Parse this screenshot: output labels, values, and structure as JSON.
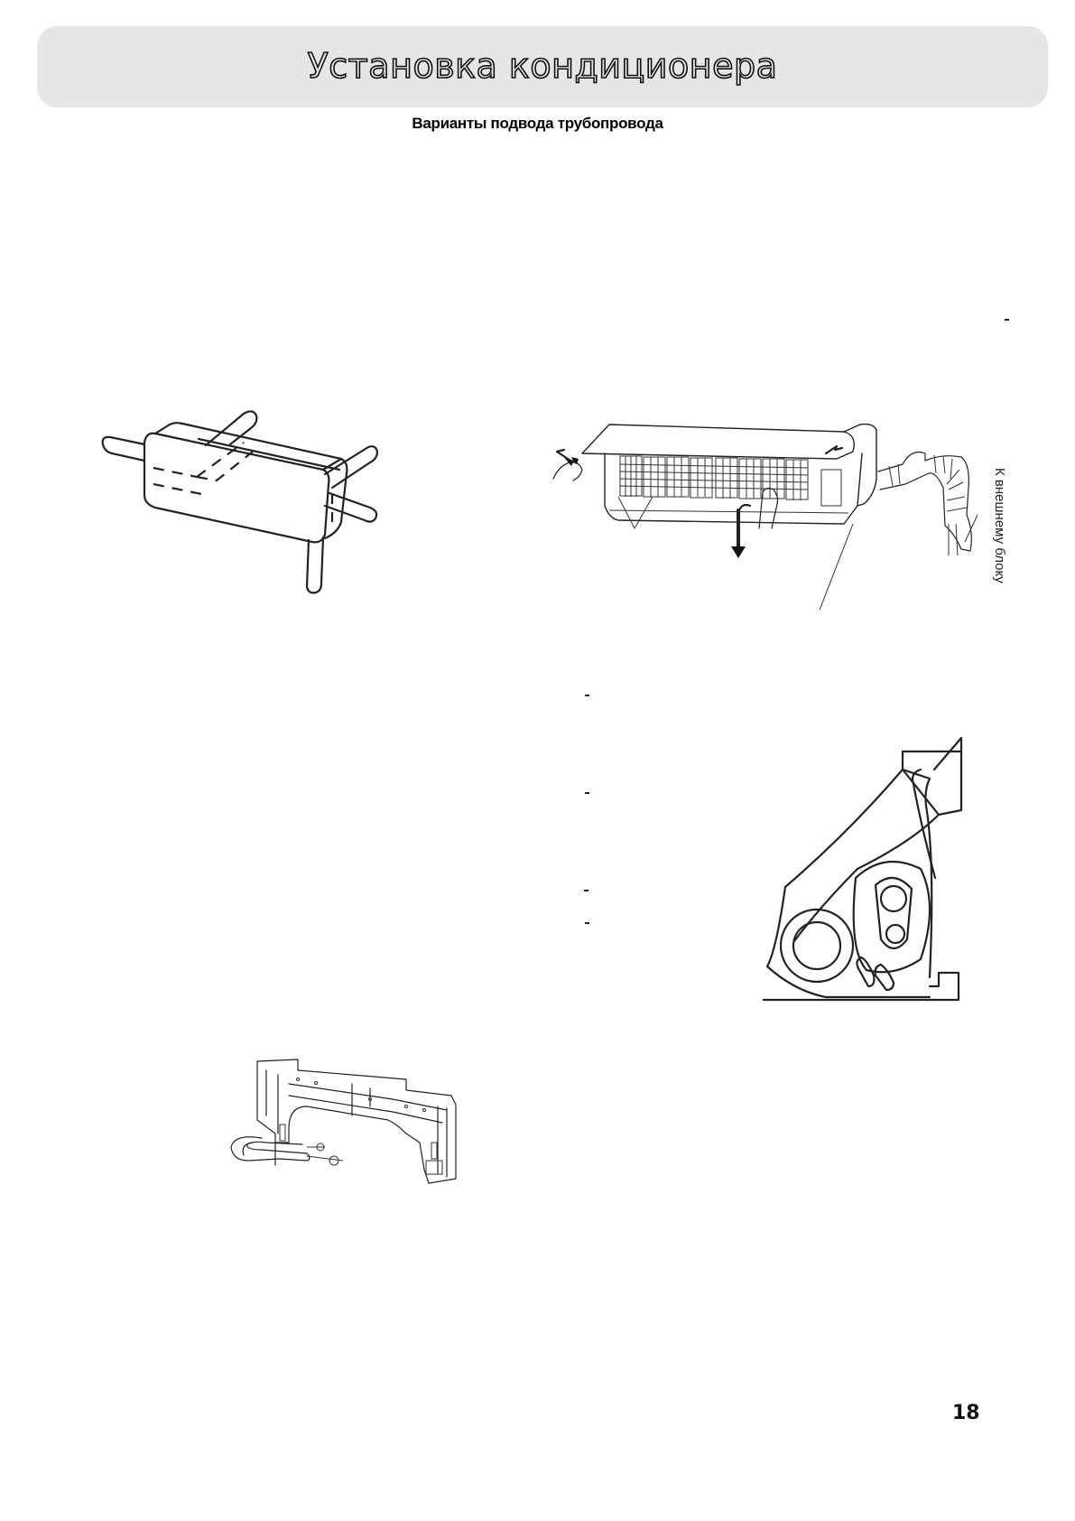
{
  "header": {
    "title": "Установка кондиционера",
    "subtitle": "Варианты подвода трубопровода",
    "background_color": "#e6e6e6"
  },
  "figures": {
    "pipe_directions": {
      "icon": "indoor-unit-pipe-directions-diagram"
    },
    "indoor_unit": {
      "icon": "indoor-unit-open-panel-illustration",
      "label": "К внешнему блоку"
    },
    "cross_section": {
      "icon": "pipe-bundle-cross-section-diagram"
    },
    "mounting_plate": {
      "icon": "mounting-plate-illustration"
    }
  },
  "markers": {
    "dash": "-"
  },
  "footer": {
    "page_number": "18"
  }
}
